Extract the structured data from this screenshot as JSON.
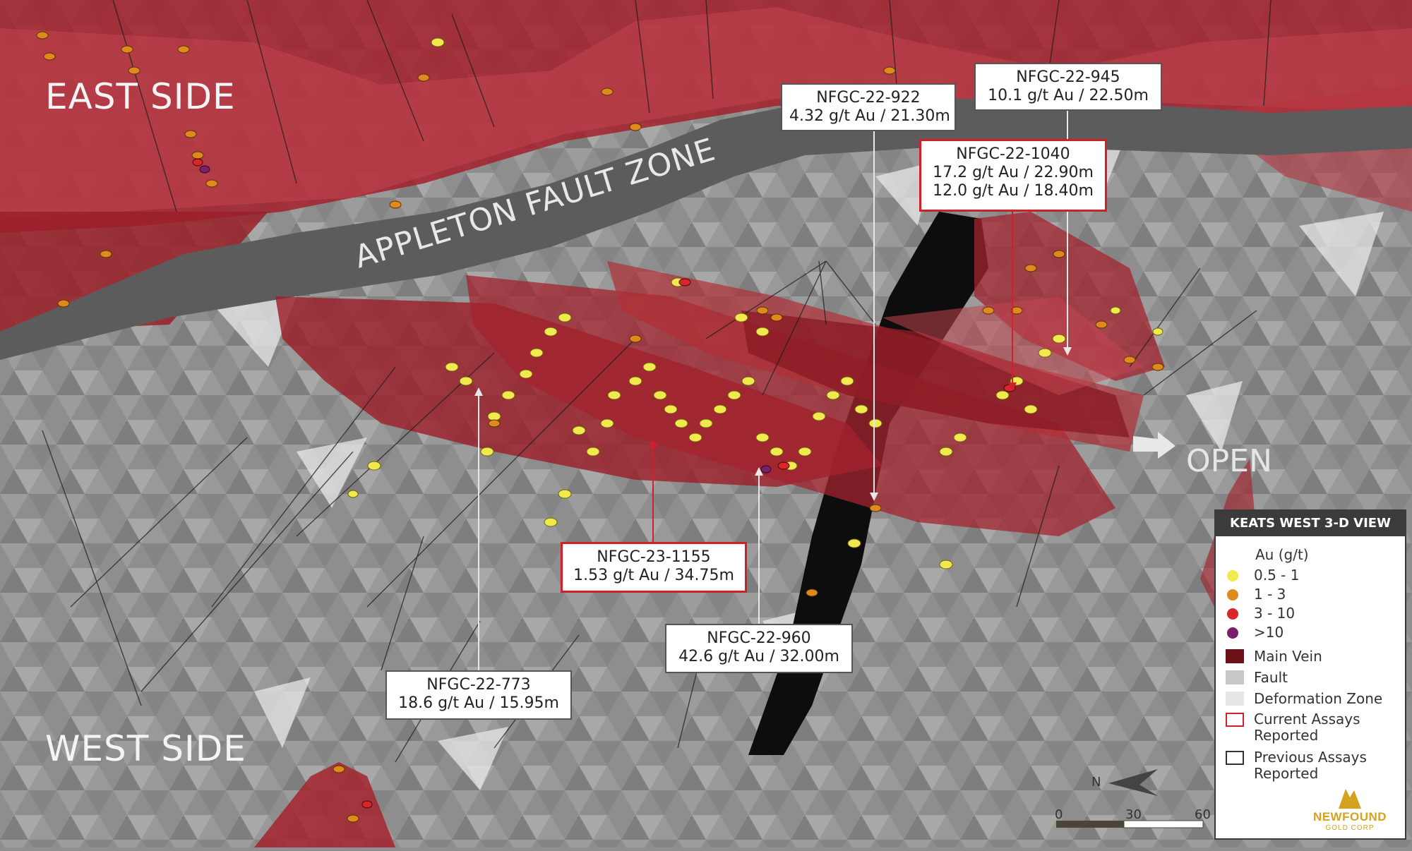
{
  "labels": {
    "east_side": "EAST SIDE",
    "west_side": "WEST SIDE",
    "fault_zone": "APPLETON FAULT ZONE",
    "open": "OPEN"
  },
  "callouts": [
    {
      "id": "nfgc-22-922",
      "lines": [
        "NFGC-22-922",
        "4.32 g/t Au / 21.30m"
      ],
      "status": "previous"
    },
    {
      "id": "nfgc-22-945",
      "lines": [
        "NFGC-22-945",
        "10.1 g/t Au / 22.50m"
      ],
      "status": "previous"
    },
    {
      "id": "nfgc-22-1040",
      "lines": [
        "NFGC-22-1040",
        "17.2 g/t Au / 22.90m",
        "12.0 g/t Au / 18.40m"
      ],
      "status": "current"
    },
    {
      "id": "nfgc-23-1155",
      "lines": [
        "NFGC-23-1155",
        "1.53 g/t Au / 34.75m"
      ],
      "status": "current"
    },
    {
      "id": "nfgc-22-960",
      "lines": [
        "NFGC-22-960",
        "42.6 g/t Au / 32.00m"
      ],
      "status": "previous"
    },
    {
      "id": "nfgc-22-773",
      "lines": [
        "NFGC-22-773",
        "18.6 g/t Au / 15.95m"
      ],
      "status": "previous"
    }
  ],
  "legend": {
    "title": "KEATS WEST 3-D VIEW",
    "au_heading": "Au (g/t)",
    "grades": [
      {
        "label": "0.5 - 1",
        "color": "#f2e94e"
      },
      {
        "label": "1 - 3",
        "color": "#e08a1e"
      },
      {
        "label": "3 - 10",
        "color": "#d8262b"
      },
      {
        "label": ">10",
        "color": "#7a1f6b"
      }
    ],
    "units": [
      {
        "label": "Main Vein",
        "color": "#6e1218",
        "outline": false
      },
      {
        "label": "Fault",
        "color": "#c8c8c8",
        "outline": false
      },
      {
        "label": "Deformation Zone",
        "color": "#e6e6e6",
        "outline": false
      },
      {
        "label": "Current Assays Reported",
        "color": "#d0202a",
        "outline": true
      },
      {
        "label": "Previous Assays Reported",
        "color": "#333333",
        "outline": true
      }
    ]
  },
  "north_arrow": "N",
  "scale_bar": {
    "ticks": [
      "0",
      "30",
      "60"
    ]
  },
  "logo": {
    "brand": "NEWFOUND",
    "sub": "GOLD CORP"
  },
  "colors": {
    "vein": "#a3232e",
    "vein_light": "#c9545c",
    "fault_band": "#5c5c5c",
    "intrusion": "#0d0d0d",
    "background": "#8f8f8f"
  }
}
